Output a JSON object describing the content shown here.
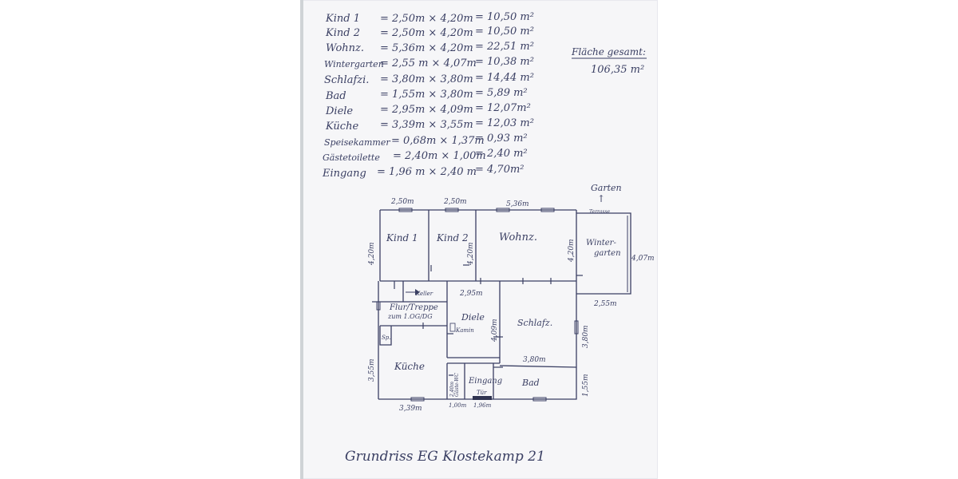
{
  "calc": {
    "rows": [
      {
        "room": "Kind 1",
        "dims": "= 2,50m × 4,20m",
        "area": "= 10,50 m²"
      },
      {
        "room": "Kind 2",
        "dims": "= 2,50m × 4,20m",
        "area": "= 10,50 m²"
      },
      {
        "room": "Wohnz.",
        "dims": "= 5,36m × 4,20m",
        "area": "= 22,51 m²"
      },
      {
        "room": "Wintergarten",
        "dims": "= 2,55 m × 4,07m",
        "area": "= 10,38 m²"
      },
      {
        "room": "Schlafzi.",
        "dims": "= 3,80m × 3,80m",
        "area": "= 14,44 m²"
      },
      {
        "room": "Bad",
        "dims": "= 1,55m × 3,80m",
        "area": "= 5,89 m²"
      },
      {
        "room": "Diele",
        "dims": "= 2,95m × 4,09m",
        "area": "= 12,07m²"
      },
      {
        "room": "Küche",
        "dims": "= 3,39m × 3,55m",
        "area": "= 12,03 m²"
      },
      {
        "room": "Speisekammer",
        "dims": "= 0,68m × 1,37m",
        "area": "= 0,93 m²"
      },
      {
        "room": "Gästetoilette",
        "dims": "= 2,40m × 1,00m",
        "area": "= 2,40 m²"
      },
      {
        "room": "Eingang",
        "dims": "= 1,96 m × 2,40 m",
        "area": "= 4,70m²"
      }
    ],
    "total_label": "Fläche gesamt:",
    "total_value": "106,35 m²"
  },
  "plan": {
    "garden_label": "Garten",
    "garden_arrow": "↑",
    "terrace_label": "Terrasse",
    "rooms": {
      "kind1": "Kind 1",
      "kind2": "Kind 2",
      "wohnz": "Wohnz.",
      "winter_a": "Winter-",
      "winter_b": "garten",
      "keller": "Keller",
      "flur_a": "Flur/Treppe",
      "flur_b": "zum 1.OG/DG",
      "diele": "Diele",
      "kamin": "Kamin",
      "schlafz": "Schlafz.",
      "kueche": "Küche",
      "sp": "Sp.",
      "gaeste_wc": "Gäste-WC",
      "eingang": "Eingang",
      "tuer": "Tür",
      "bad": "Bad"
    },
    "dims": {
      "top_kind1": "2,50m",
      "top_kind2": "2,50m",
      "top_wohnz": "5,36m",
      "left_kind1": "4,20m",
      "kind2_depth": "4,20m",
      "wohnz_depth": "4,20m",
      "winter_depth": "4,07m",
      "winter_width": "2,55m",
      "diele_width": "2,95m",
      "diele_depth": "4,09m",
      "schlafz_depth": "3,80m",
      "schlafz_width": "3,80m",
      "bad_depth": "1,55m",
      "kueche_depth": "3,55m",
      "kueche_width": "3,39m",
      "wc_depth": "2,40m",
      "wc_width": "1,00m",
      "eingang_width": "1,96m"
    }
  },
  "title": "Grundriss EG Klostekamp 21"
}
